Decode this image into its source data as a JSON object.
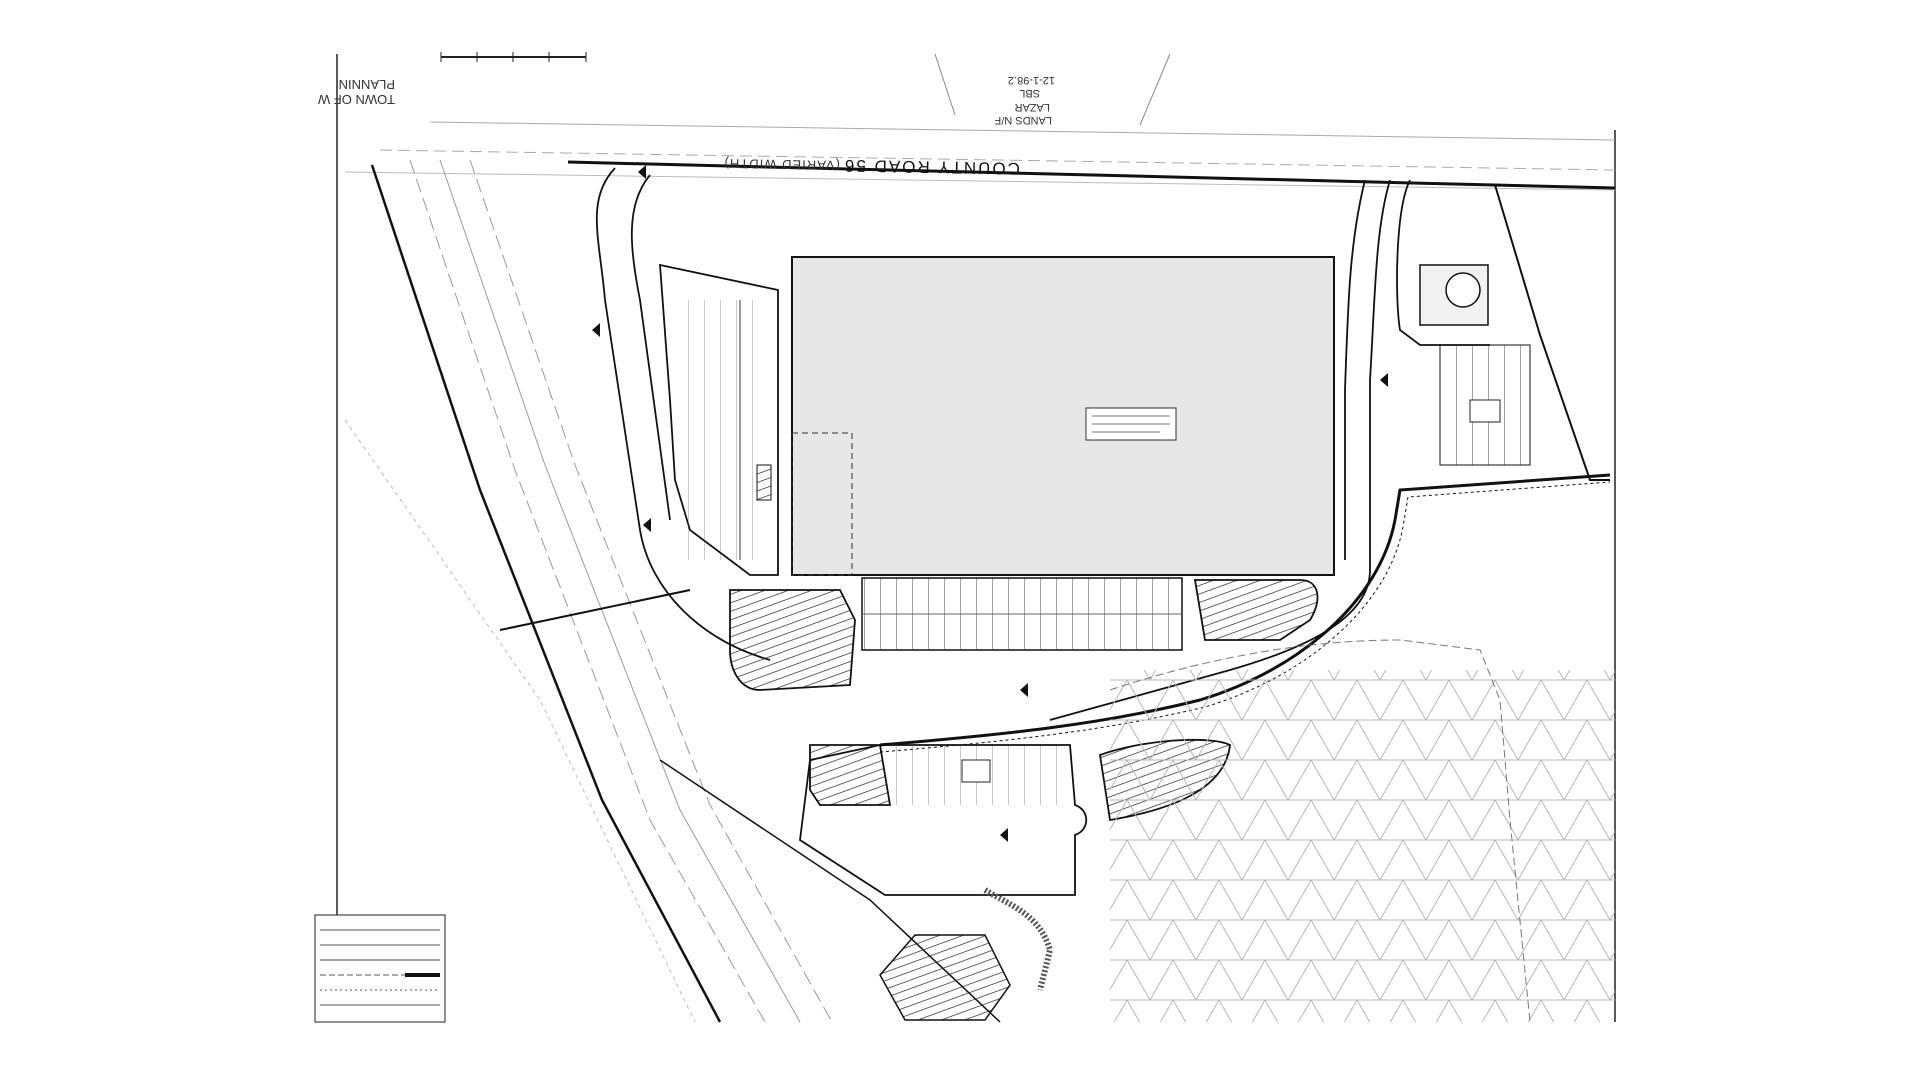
{
  "road": {
    "name": "COUNTY ROAD 56",
    "width_note": "(VARIED WIDTH)"
  },
  "neighbor": {
    "lands_line1": "LANDS N/F",
    "lands_line2": "LAZAR",
    "lands_line3": "SBL",
    "lands_line4": "12-1-98.2"
  },
  "title_block": {
    "line1": "TOWN OF W",
    "line2": "PLANNIN"
  },
  "colors": {
    "building_fill": "#e6e6e6",
    "line": "#111111",
    "light_line": "#9a9a9a",
    "wetland_hatch": "#c8c8c8"
  }
}
